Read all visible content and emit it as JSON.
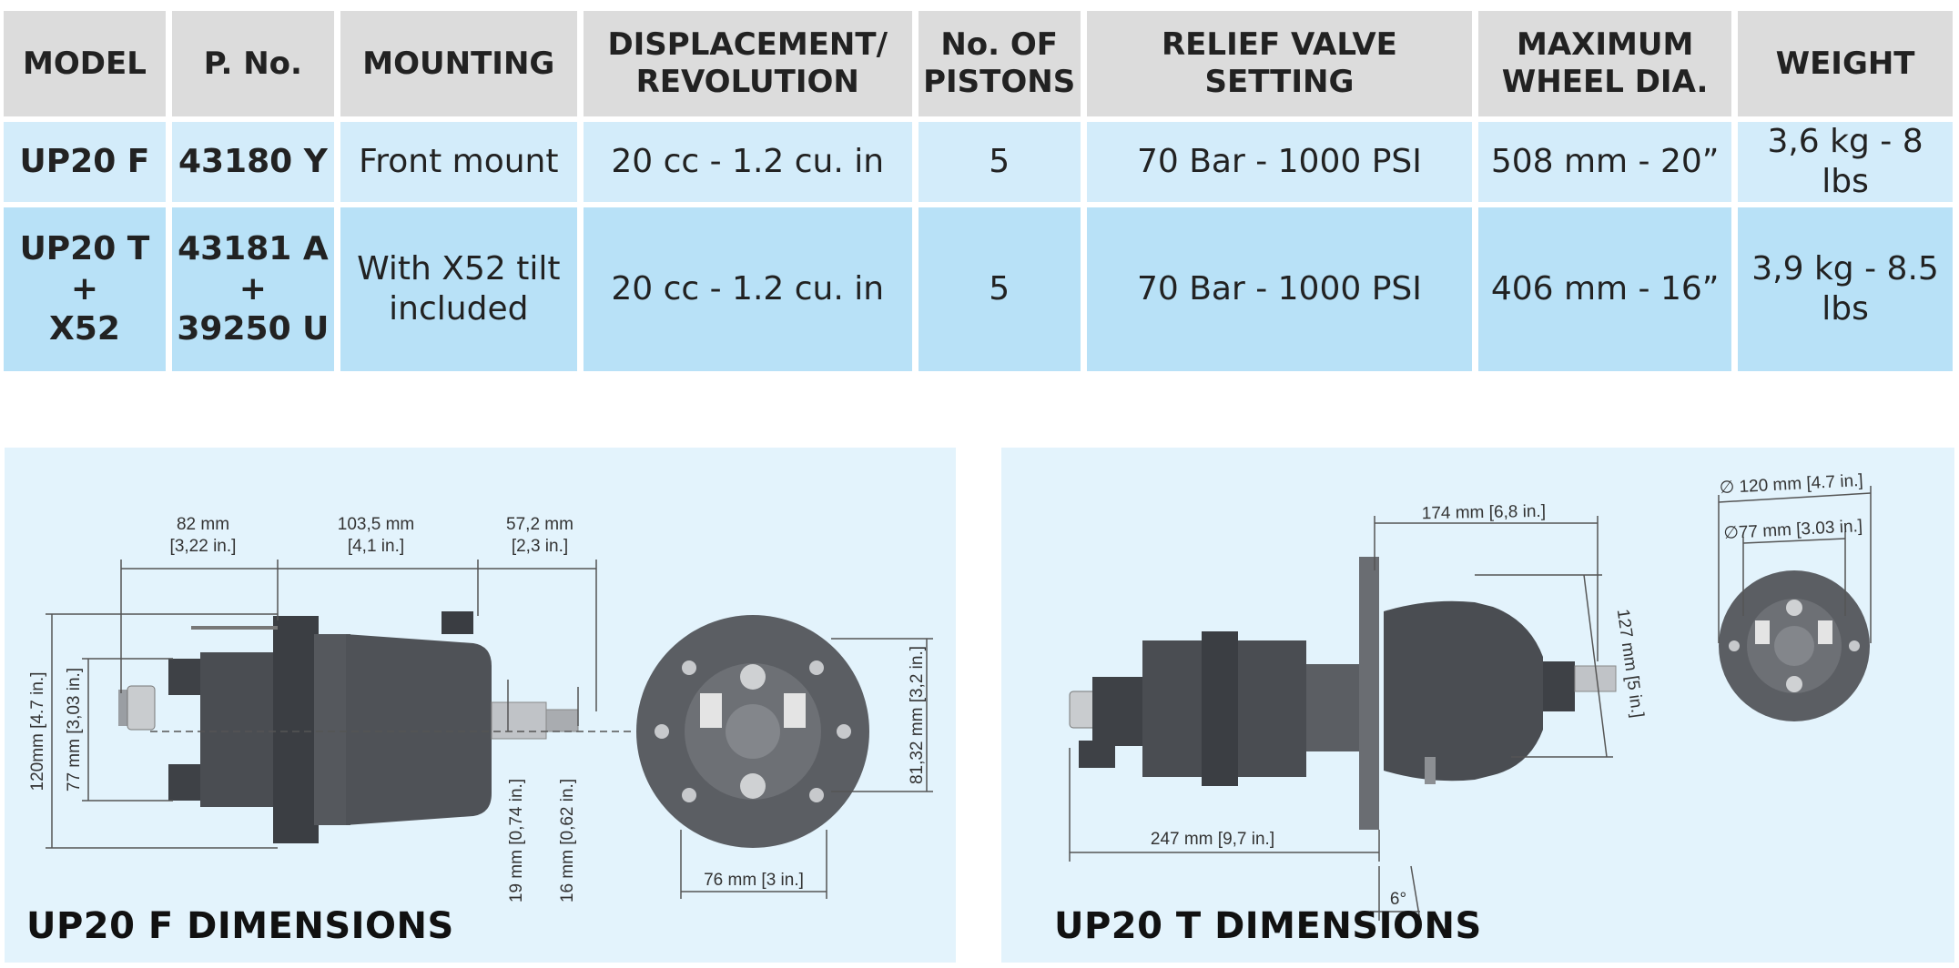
{
  "table": {
    "headers": [
      [
        "MODEL"
      ],
      [
        "P. No."
      ],
      [
        "MOUNTING"
      ],
      [
        "DISPLACEMENT/",
        "REVOLUTION"
      ],
      [
        "No. OF",
        "PISTONS"
      ],
      [
        "RELIEF VALVE",
        "SETTING"
      ],
      [
        "MAXIMUM",
        "WHEEL DIA."
      ],
      [
        "WEIGHT"
      ]
    ],
    "rows": [
      {
        "model": [
          "UP20 F"
        ],
        "part_no": [
          "43180 Y"
        ],
        "mounting": [
          "Front mount"
        ],
        "displacement": "20 cc - 1.2 cu. in",
        "pistons": "5",
        "relief_valve": "70 Bar - 1000 PSI",
        "max_wheel": "508 mm - 20”",
        "weight": "3,6 kg - 8 lbs"
      },
      {
        "model": [
          "UP20 T",
          "+",
          "X52"
        ],
        "part_no": [
          "43181 A",
          "+",
          "39250 U"
        ],
        "mounting": [
          "With X52 tilt",
          "included"
        ],
        "displacement": "20 cc - 1.2 cu. in",
        "pistons": "5",
        "relief_valve": "70 Bar - 1000 PSI",
        "max_wheel": "406 mm - 16”",
        "weight": "3,9 kg - 8.5 lbs"
      }
    ]
  },
  "panel_f": {
    "title": "UP20 F DIMENSIONS",
    "dims": {
      "d82a": "82 mm",
      "d82b": "[3,22 in.]",
      "d103a": "103,5 mm",
      "d103b": "[4,1 in.]",
      "d57a": "57,2 mm",
      "d57b": "[2,3 in.]",
      "d120": "120mm [4.7 in.]",
      "d77": "77 mm [3,03 in.]",
      "d19": "19 mm [0,74 in.]",
      "d16": "16 mm [0,62 in.]",
      "d8132": "81,32 mm [3,2 in.]",
      "d76": "76 mm [3 in.]"
    }
  },
  "panel_t": {
    "title": "UP20 T DIMENSIONS",
    "dims": {
      "d174": "174 mm [6,8 in.]",
      "d127": "127 mm [5 in.]",
      "d247": "247 mm [9,7 in.]",
      "d6": "6°",
      "d120": "∅ 120 mm [4.7 in.]",
      "d77": "∅77 mm [3.03 in.]"
    }
  },
  "colors": {
    "header_bg": "#dcdcdc",
    "row1_bg": "#d3ecfa",
    "row2_bg": "#b8e1f7",
    "panel_bg": "#e3f3fc",
    "metal_dark": "#4a4d52"
  }
}
